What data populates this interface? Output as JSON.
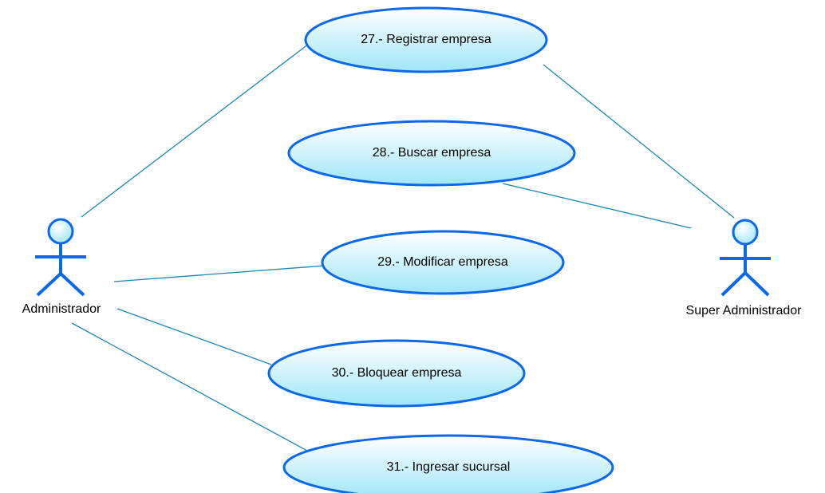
{
  "diagram": {
    "type": "uml-use-case",
    "actors": [
      {
        "id": "admin",
        "label": "Administrador"
      },
      {
        "id": "super",
        "label": "Super Administrador"
      }
    ],
    "use_cases": [
      {
        "id": "uc27",
        "label": "27.- Registrar empresa"
      },
      {
        "id": "uc28",
        "label": "28.- Buscar empresa"
      },
      {
        "id": "uc29",
        "label": "29.- Modificar empresa"
      },
      {
        "id": "uc30",
        "label": "30.- Bloquear empresa"
      },
      {
        "id": "uc31",
        "label": "31.- Ingresar sucursal"
      }
    ],
    "associations": [
      {
        "from": "admin",
        "to": "uc27"
      },
      {
        "from": "admin",
        "to": "uc29"
      },
      {
        "from": "admin",
        "to": "uc30"
      },
      {
        "from": "admin",
        "to": "uc31"
      },
      {
        "from": "super",
        "to": "uc27"
      },
      {
        "from": "super",
        "to": "uc28"
      }
    ],
    "colors": {
      "outline": "#0b68e8",
      "fill_light": "#ffffff",
      "fill_dark": "#9fe6f8",
      "association_line": "#1c86b4"
    }
  }
}
